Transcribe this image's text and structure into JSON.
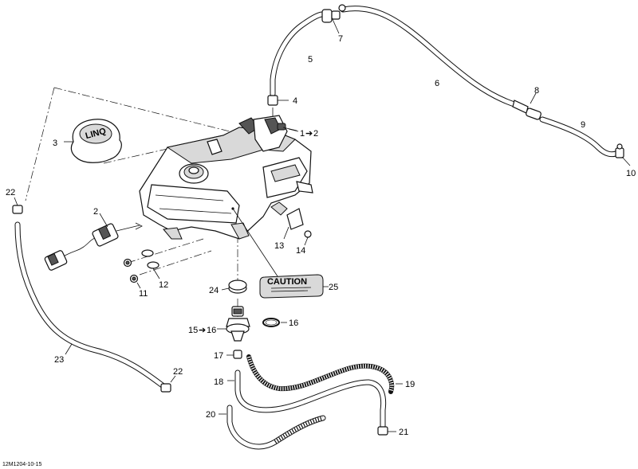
{
  "diagram": {
    "footer_code": "12M1204-10-15",
    "callouts": {
      "c1": "1",
      "c2_arrow": "2",
      "c2": "2",
      "c3": "3",
      "c4": "4",
      "c5": "5",
      "c6": "6",
      "c7": "7",
      "c8": "8",
      "c9": "9",
      "c10": "10",
      "c11": "11",
      "c12": "12",
      "c13": "13",
      "c14": "14",
      "c15": "15",
      "c16_arrow": "16",
      "c16": "16",
      "c17": "17",
      "c18": "18",
      "c19": "19",
      "c20": "20",
      "c21": "21",
      "c22_top": "22",
      "c22_bottom": "22",
      "c23": "23",
      "c24": "24",
      "c25": "25"
    },
    "cap_logo_text": "LINQ",
    "caution_label_text": "CAUTION"
  }
}
